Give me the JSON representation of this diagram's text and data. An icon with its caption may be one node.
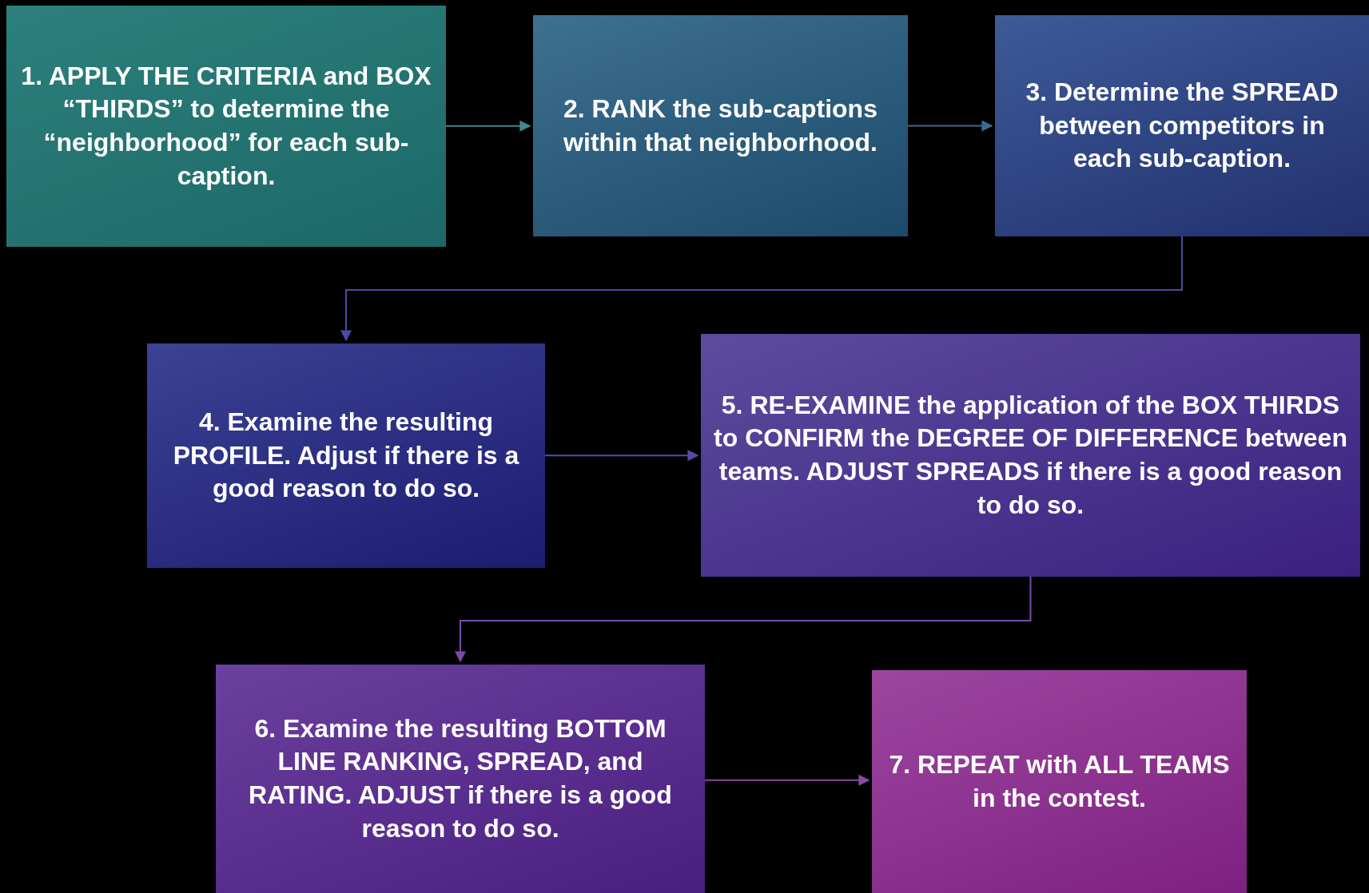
{
  "diagram": {
    "nodes": [
      {
        "text": [
          "1.  APPLY THE CRITERIA and BOX “THIRDS” to determine the “neighborhood” for each sub-caption."
        ]
      },
      {
        "text": [
          "2.  RANK the sub-captions within that neighborhood."
        ]
      },
      {
        "text": [
          "3.  Determine the SPREAD between competitors in each sub-caption."
        ]
      },
      {
        "text": [
          "4.  Examine the resulting PROFILE. Adjust if there is a good reason to do so."
        ]
      },
      {
        "text": [
          "5.  RE-EXAMINE the application of the BOX THIRDS to CONFIRM the DEGREE OF DIFFERENCE between teams. ADJUST SPREADS if there is a good reason to do so."
        ]
      },
      {
        "text": [
          "6.  Examine the resulting BOTTOM LINE RANKING, SPREAD, and RATING. ADJUST if there is a good reason to do so."
        ]
      },
      {
        "text": [
          "7.  REPEAT with ALL TEAMS in the contest."
        ]
      }
    ],
    "edges": [
      {
        "from": 0,
        "to": 1,
        "arrow": "to",
        "color": "#3e8a90"
      },
      {
        "from": 1,
        "to": 2,
        "arrow": "to",
        "color": "#3e6a90"
      },
      {
        "from": 2,
        "to": 3,
        "arrow": "to",
        "color": "#4a4aa0"
      },
      {
        "from": 3,
        "to": 4,
        "arrow": "to",
        "color": "#5a4aa8"
      },
      {
        "from": 4,
        "to": 5,
        "arrow": "to",
        "color": "#7a4aaa"
      },
      {
        "from": 5,
        "to": 6,
        "arrow": "to",
        "color": "#8a4aa0"
      }
    ]
  }
}
